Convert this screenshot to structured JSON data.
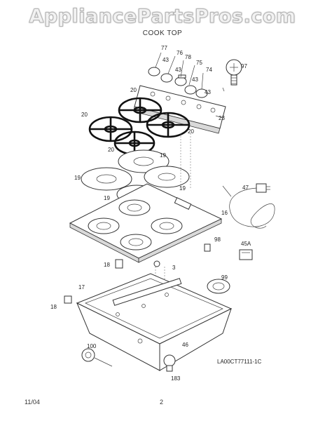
{
  "watermark": "AppliancePartsPros.com",
  "section_title": "COOK TOP",
  "diagram_code": "LA00CT77111-1C",
  "footer": {
    "date": "11/04",
    "page": "2"
  },
  "callouts": {
    "c77": "77",
    "c76": "76",
    "c78": "78",
    "c75": "75",
    "c74": "74",
    "c43a": "43",
    "c43b": "43",
    "c43c": "43",
    "c43d": "43",
    "c97": "97",
    "c20a": "20",
    "c20b": "20",
    "c20c": "20",
    "c20d": "20",
    "c23": "23",
    "c19a": "19",
    "c19b": "19",
    "c19c": "19",
    "c19d": "19",
    "c47": "47",
    "c16": "16",
    "c98": "98",
    "c45a": "45A",
    "c18a": "18",
    "c18b": "18",
    "c3": "3",
    "c99": "99",
    "c17": "17",
    "c100": "100",
    "c183": "183",
    "c46": "46"
  }
}
